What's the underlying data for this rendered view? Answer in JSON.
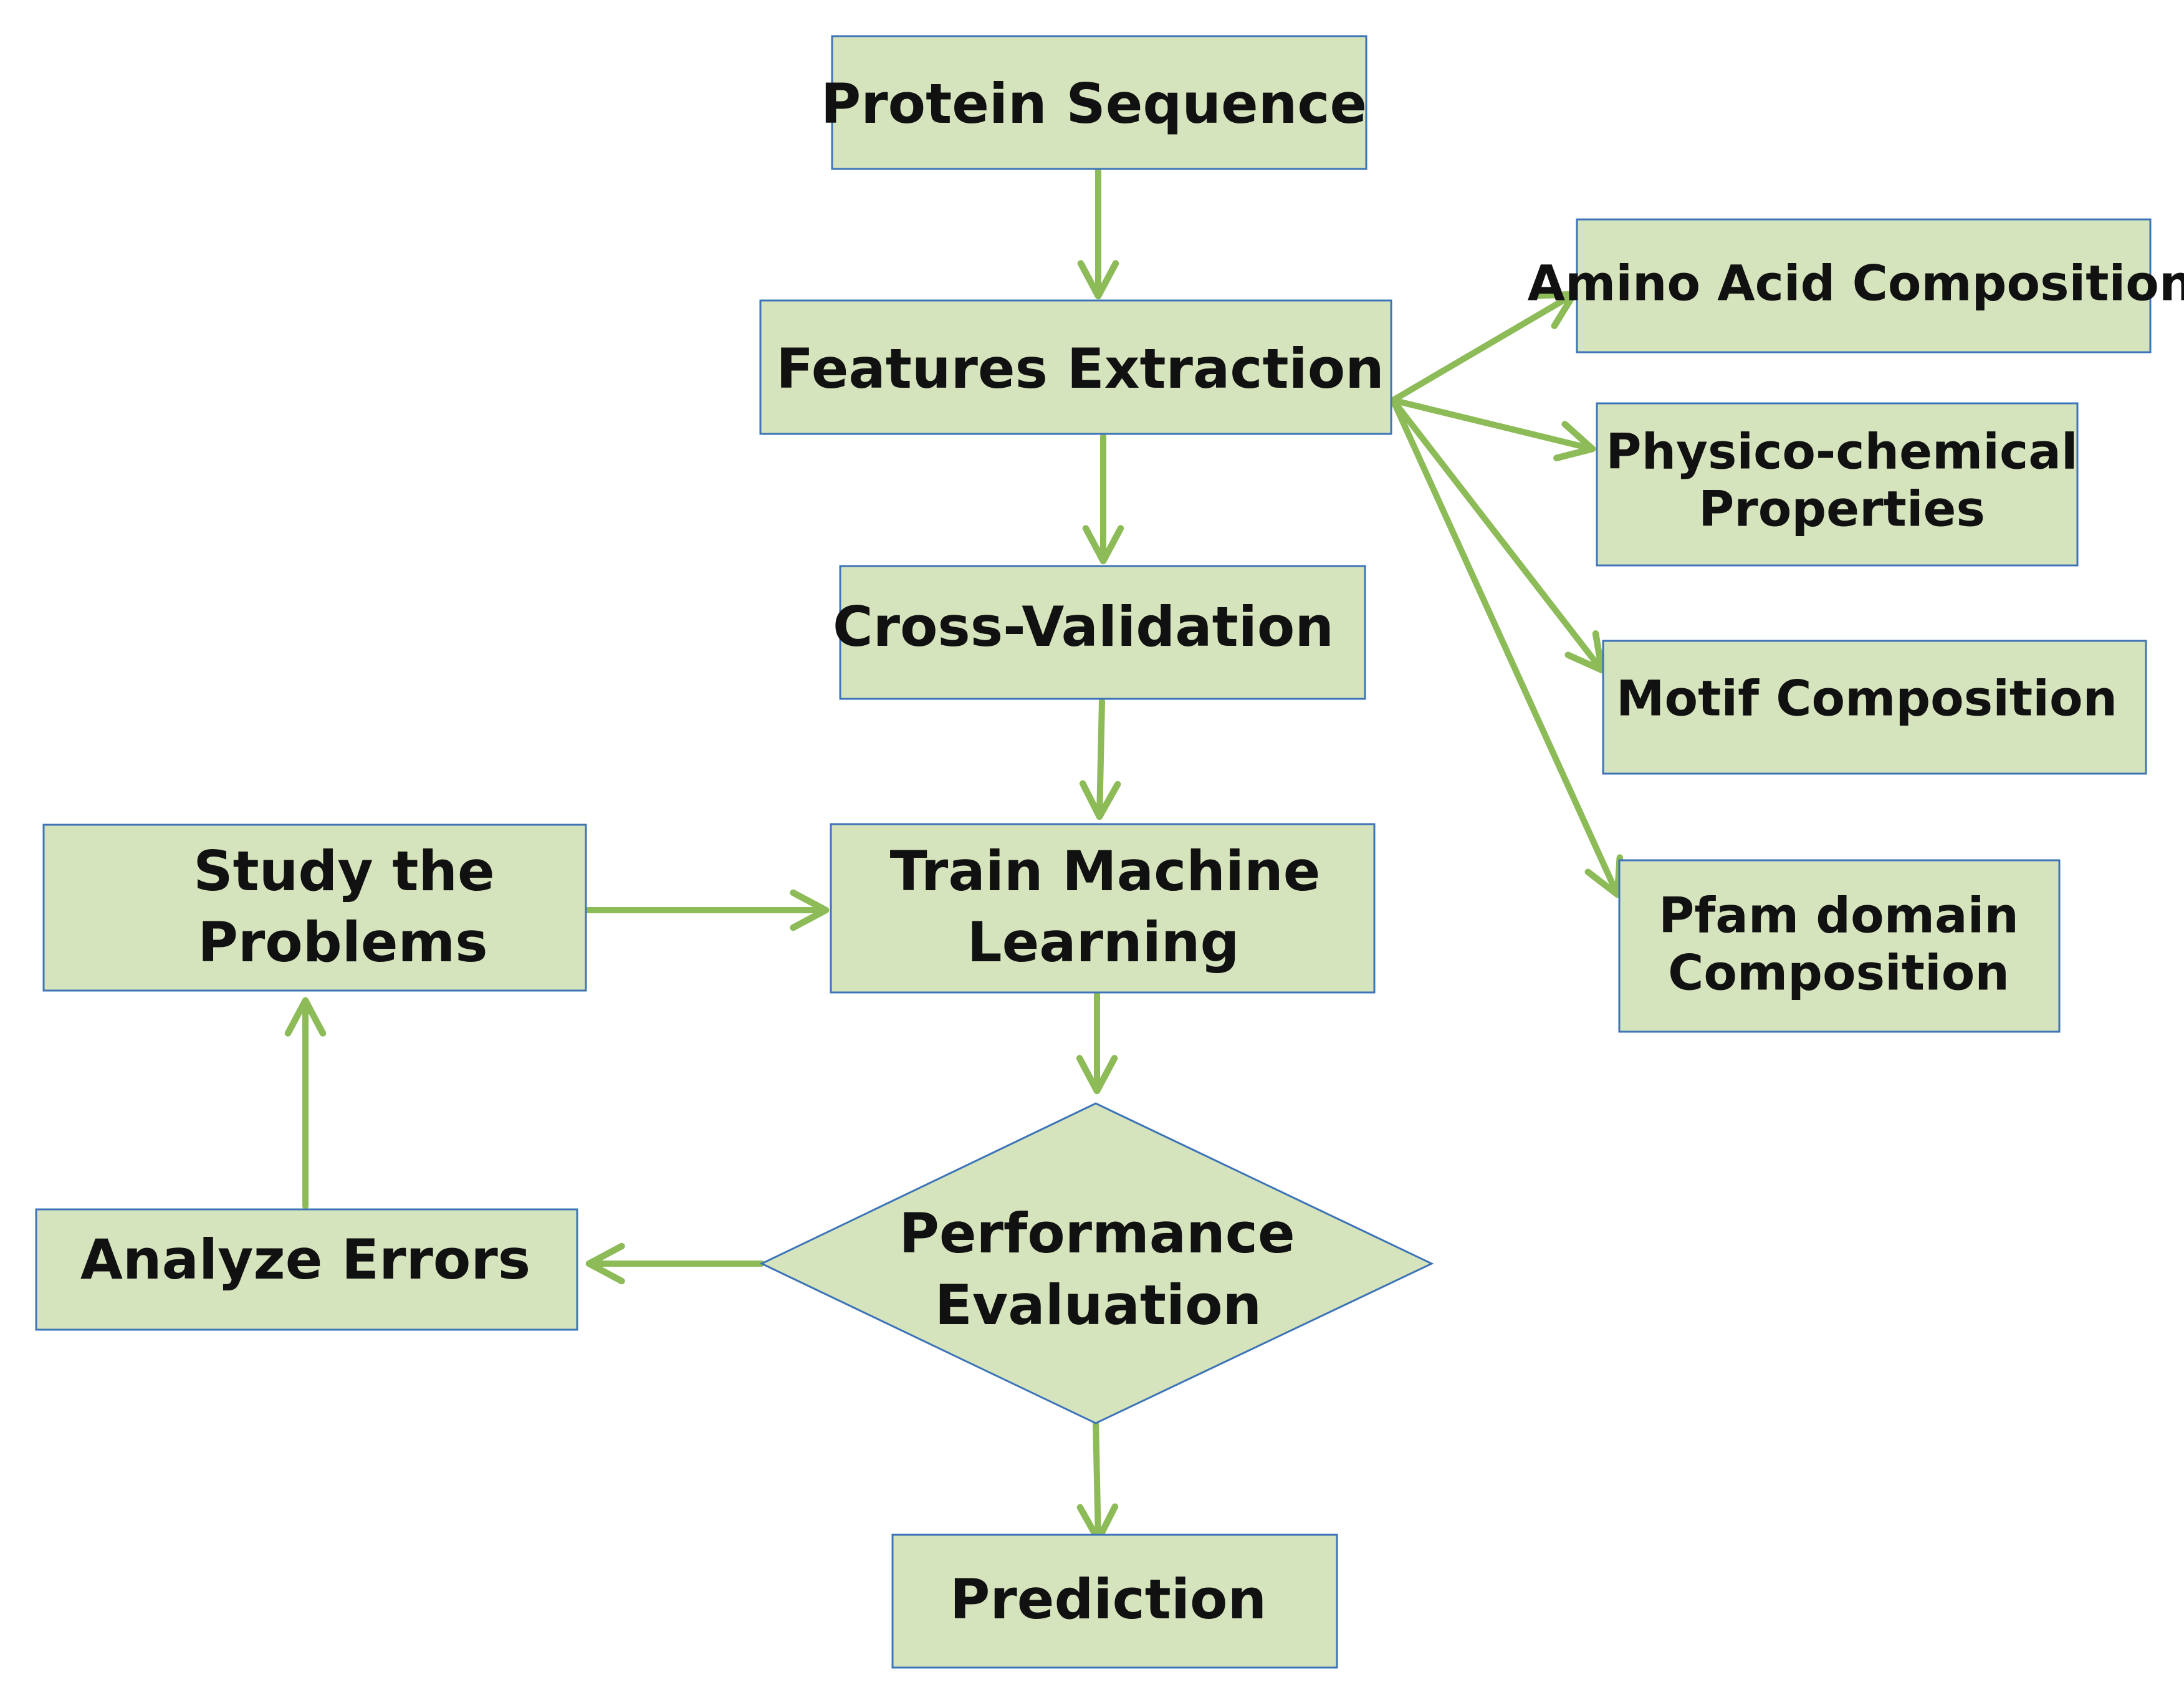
{
  "nodes": {
    "protein_sequence": "Protein Sequence",
    "features_extraction": "Features Extraction",
    "amino_acid_composition": "Amino Acid Composition",
    "physico_chemical": [
      "Physico-chemical",
      "Properties"
    ],
    "motif_composition": "Motif Composition",
    "pfam_domain": [
      "Pfam domain",
      "Composition"
    ],
    "cross_validation": "Cross-Validation",
    "study_problems": [
      "Study the",
      "Problems"
    ],
    "train_ml": [
      "Train Machine",
      "Learning"
    ],
    "performance_evaluation": [
      "Performance",
      "Evaluation"
    ],
    "analyze_errors": "Analyze Errors",
    "prediction": "Prediction"
  },
  "colors": {
    "node_fill": "#d6e4bd",
    "node_border": "#3d74b8",
    "arrow": "#8cbb58"
  }
}
